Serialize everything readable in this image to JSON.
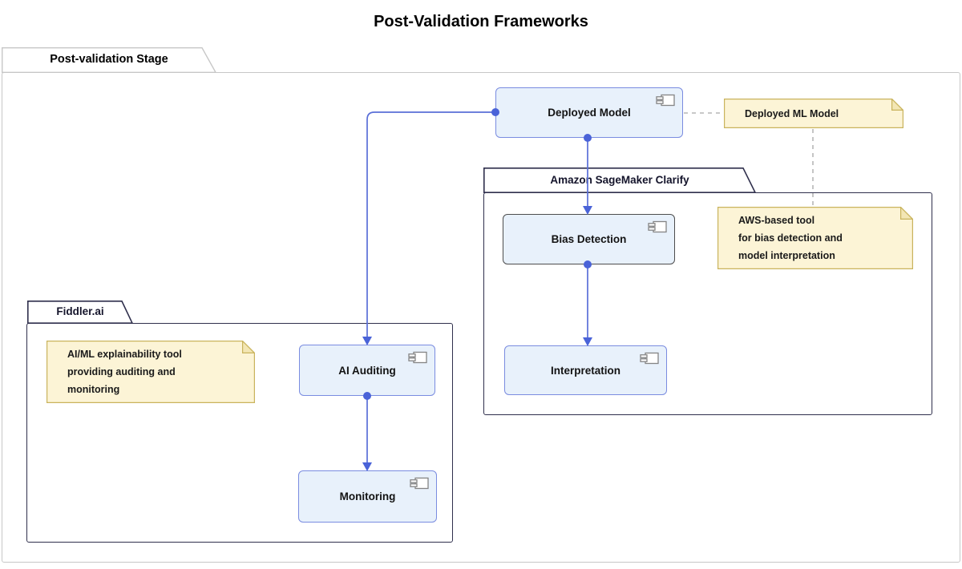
{
  "title": "Post-Validation Frameworks",
  "outer_package": {
    "label": "Post-validation Stage"
  },
  "packages": {
    "sagemaker": {
      "label": "Amazon SageMaker Clarify"
    },
    "fiddler": {
      "label": "Fiddler.ai"
    }
  },
  "nodes": {
    "deployed_model": {
      "label": "Deployed Model",
      "type": "component"
    },
    "bias_detection": {
      "label": "Bias Detection",
      "type": "component"
    },
    "interpretation": {
      "label": "Interpretation",
      "type": "component"
    },
    "ai_auditing": {
      "label": "AI Auditing",
      "type": "component"
    },
    "monitoring": {
      "label": "Monitoring",
      "type": "component"
    }
  },
  "notes": {
    "deployed_ml": {
      "line1": "Deployed ML Model"
    },
    "aws": {
      "line1": "AWS-based tool",
      "line2": "for bias detection and",
      "line3": "model interpretation"
    },
    "fiddler": {
      "line1": "AI/ML explainability tool",
      "line2": "providing auditing and",
      "line3": "monitoring"
    }
  },
  "edges": [
    {
      "from": "Deployed Model",
      "to": "Bias Detection",
      "style": "solid-arrow"
    },
    {
      "from": "Bias Detection",
      "to": "Interpretation",
      "style": "solid-arrow"
    },
    {
      "from": "Deployed Model",
      "to": "AI Auditing",
      "style": "solid-arrow"
    },
    {
      "from": "AI Auditing",
      "to": "Monitoring",
      "style": "solid-arrow"
    },
    {
      "from": "Deployed Model",
      "to": "Deployed ML Model note",
      "style": "dashed"
    },
    {
      "from": "Deployed ML Model note",
      "to": "AWS note",
      "style": "dashed"
    }
  ],
  "colors": {
    "node_fill": "#E8F1FB",
    "node_border_blue": "#7A8CE0",
    "node_border_dark": "#4D4D4D",
    "edge_blue": "#5A6FD8",
    "note_fill": "#FCF4D6",
    "note_fold": "#F3E6B4",
    "note_border": "#C9B35C",
    "package_border": "#2F2F4C",
    "outer_border": "#C7C7C7"
  }
}
